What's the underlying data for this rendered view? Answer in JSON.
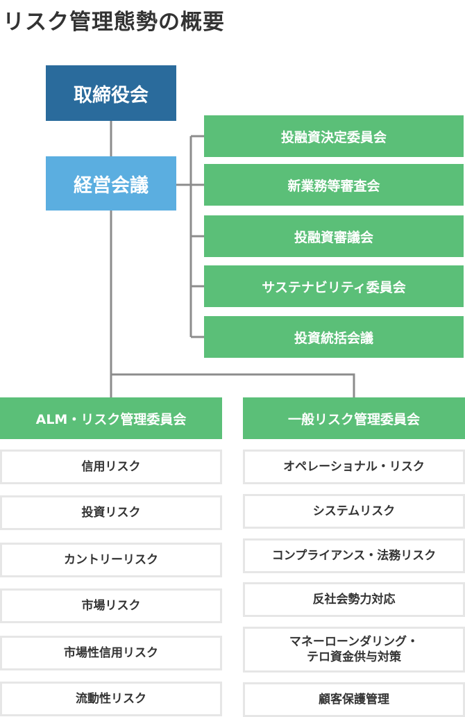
{
  "title": "リスク管理態勢の概要",
  "board": "取締役会",
  "executive": "経営会議",
  "committees": [
    "投融資決定委員会",
    "新業務等審査会",
    "投融資審議会",
    "サステナビリティ委員会",
    "投資統括会議"
  ],
  "alm_group": {
    "label": "ALM・リスク管理委員会",
    "risks": [
      "信用リスク",
      "投資リスク",
      "カントリーリスク",
      "市場リスク",
      "市場性信用リスク",
      "流動性リスク"
    ]
  },
  "general_group": {
    "label": "一般リスク管理委員会",
    "risks": [
      "オペレーショナル・リスク",
      "システムリスク",
      "コンプライアンス・法務リスク",
      "反社会勢力対応",
      "マネーローンダリング・\nテロ資金供与対策",
      "顧客保護管理"
    ]
  },
  "colors": {
    "board": "#2a6b9c",
    "executive": "#5baee0",
    "committee": "#5bbf78",
    "connector": "#8c8c8c",
    "risk_border": "#e6e6e6",
    "text_dark": "#333333"
  }
}
